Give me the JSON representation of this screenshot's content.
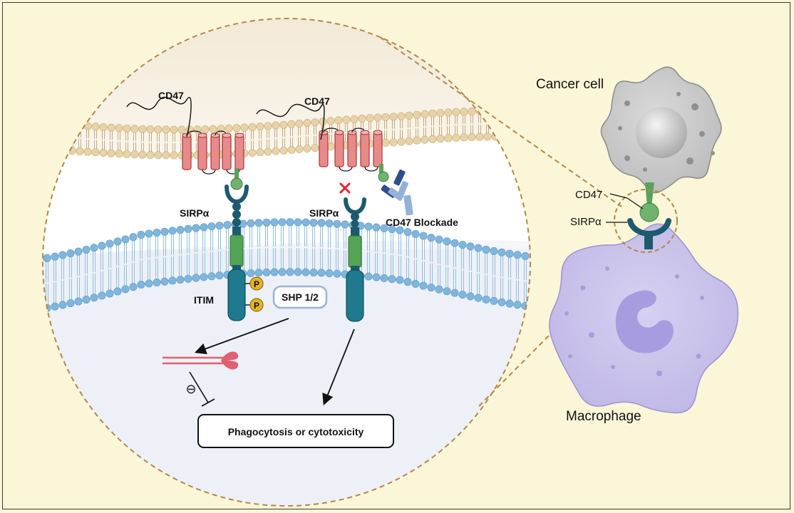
{
  "zoom": {
    "left_cd47_label": "CD47",
    "right_cd47_label": "CD47",
    "left_sirpa_label": "SIRPα",
    "right_sirpa_label": "SIRPα",
    "blockade_label": "CD47 Blockade",
    "itim_label": "ITIM",
    "phospho_label": "P",
    "shp_label": "SHP 1/2",
    "inhibit_symbol": "⊖",
    "outcome_label": "Phagocytosis or cytotoxicity"
  },
  "overview": {
    "cancer_cell_label": "Cancer cell",
    "macrophage_label": "Macrophage",
    "cd47_label": "CD47",
    "sirpa_label": "SIRPα"
  },
  "colors": {
    "background": "#fbf6d8",
    "cancer_membrane": "#e8d3a8",
    "macrophage_membrane": "#7fb6dd",
    "cd47_protein": "#e98a8a",
    "sirpa_protein": "#1e5a6e",
    "transmembrane": "#54a455",
    "phospho": "#e6b325",
    "cancer_cell": "#c8c8c8",
    "macrophage": "#c8c2e8",
    "dashed_outline": "#b48848"
  }
}
